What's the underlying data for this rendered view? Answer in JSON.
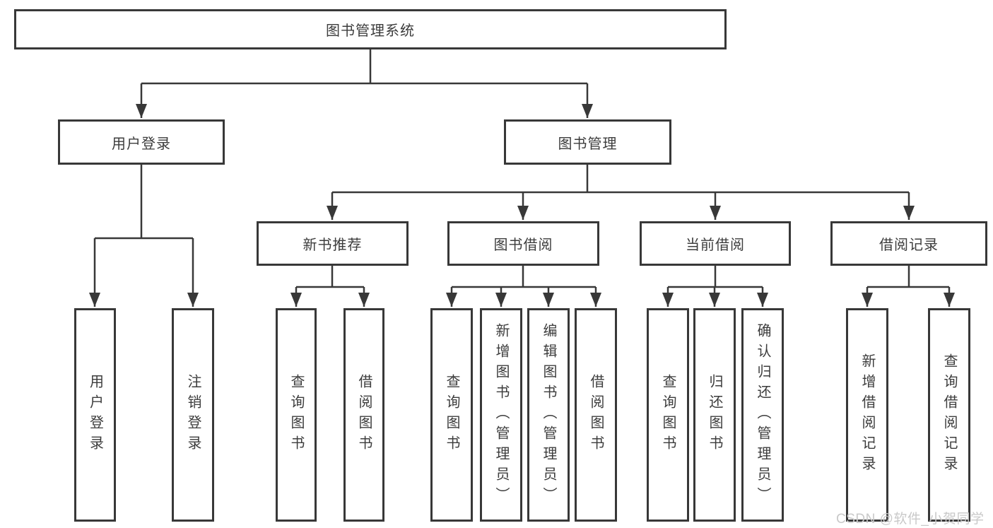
{
  "tree": {
    "label": "图书管理系统",
    "children": [
      {
        "label": "用户登录",
        "children": [
          {
            "label": "用户登录"
          },
          {
            "label": "注销登录"
          }
        ]
      },
      {
        "label": "图书管理",
        "children": [
          {
            "label": "新书推荐",
            "children": [
              {
                "label": "查询图书"
              },
              {
                "label": "借阅图书"
              }
            ]
          },
          {
            "label": "图书借阅",
            "children": [
              {
                "label": "查询图书"
              },
              {
                "label": "新增图书（管理员）"
              },
              {
                "label": "编辑图书（管理员）"
              },
              {
                "label": "借阅图书"
              }
            ]
          },
          {
            "label": "当前借阅",
            "children": [
              {
                "label": "查询图书"
              },
              {
                "label": "归还图书"
              },
              {
                "label": "确认归还（管理员）"
              }
            ]
          },
          {
            "label": "借阅记录",
            "children": [
              {
                "label": "新增借阅记录"
              },
              {
                "label": "查询借阅记录"
              }
            ]
          }
        ]
      }
    ]
  },
  "watermark": {
    "text": "CSDN @软件_小贺同学"
  },
  "colors": {
    "line": "#383838",
    "text": "#3c3c3c",
    "watermark": "#c9c9c9",
    "background": "#ffffff"
  }
}
